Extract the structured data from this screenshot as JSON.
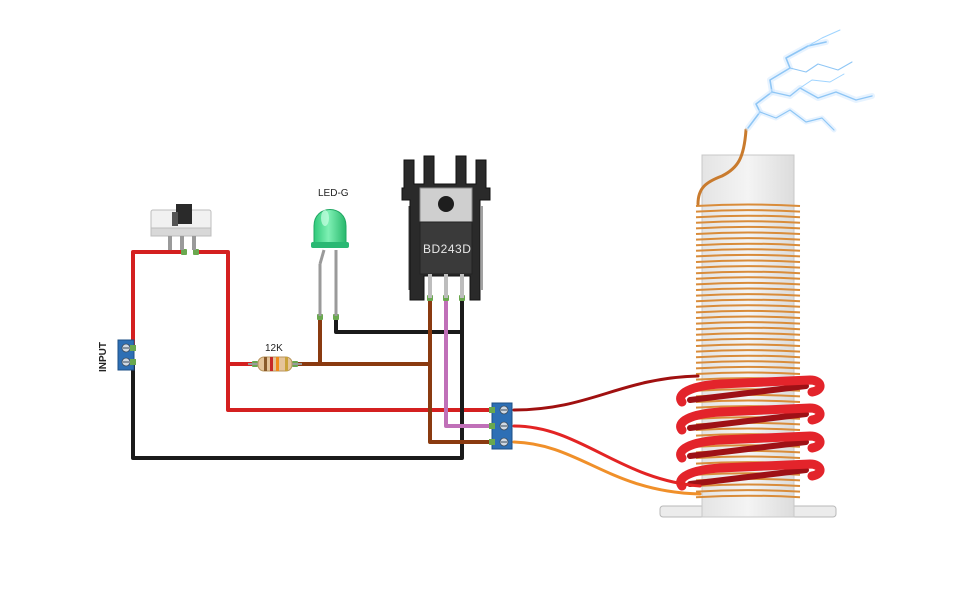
{
  "labels": {
    "input": "INPUT",
    "resistor": "12K",
    "led": "LED-G",
    "transistor": "BD243D"
  },
  "colors": {
    "wire_red": "#d42020",
    "wire_black": "#1a1a1a",
    "wire_brown": "#8a3a10",
    "wire_purple": "#c070b8",
    "wire_darkred": "#a01010",
    "wire_orange": "#f0902a",
    "coil_copper": "#d98c3a",
    "primary_coil": "#e3242b",
    "terminal_blue": "#2d6fb5",
    "led_green": "#3bdc8a",
    "spark": "#9fd4ff"
  },
  "icons": {
    "spark": "lightning-spark-icon",
    "switch": "slide-switch-icon"
  }
}
